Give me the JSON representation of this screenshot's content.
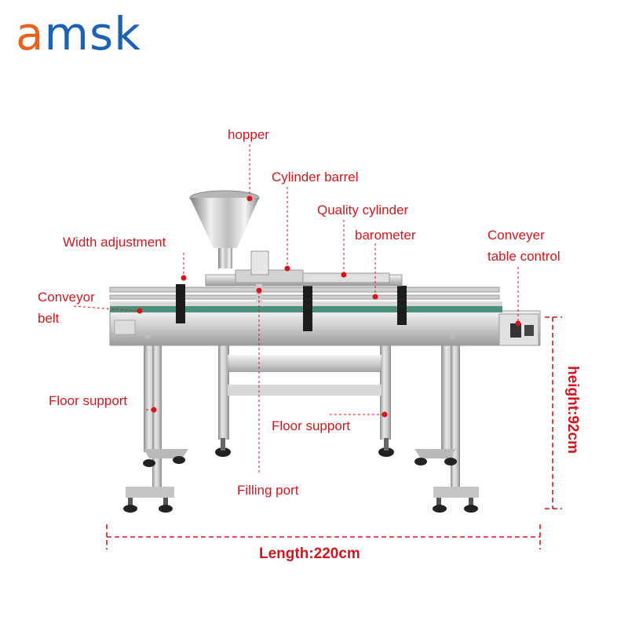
{
  "brand": {
    "logo_first": "a",
    "logo_rest": "msk",
    "color_orange": "#e8641e",
    "color_blue": "#1d63b4"
  },
  "labels": {
    "hopper": "hopper",
    "cylinder_barrel": "Cylinder barrel",
    "quality_cylinder": "Quality cylinder",
    "barometer": "barometer",
    "width_adjustment": "Width adjustment",
    "conveyer_table_control_line1": "Conveyer",
    "conveyer_table_control_line2": "table control",
    "conveyor_belt_line1": "Conveyor",
    "conveyor_belt_line2": "belt",
    "floor_support_left": "Floor support",
    "floor_support_center": "Floor support",
    "filling_port": "Filling port"
  },
  "dimensions": {
    "height": "height:92cm",
    "length": "Length:220cm"
  },
  "annotation_color": "#d4151d"
}
